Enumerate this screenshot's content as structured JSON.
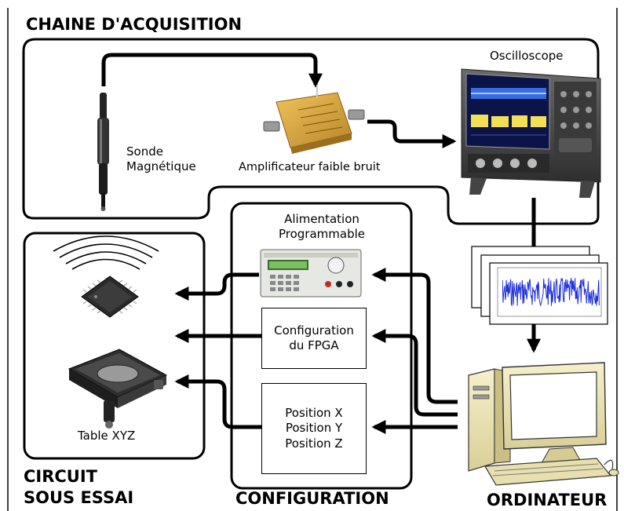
{
  "acquisition": {
    "title": "CHAINE D'ACQUISITION",
    "probe_label_line1": "Sonde",
    "probe_label_line2": "Magnétique",
    "amplifier_label": "Amplificateur faible bruit",
    "oscilloscope_label": "Oscilloscope"
  },
  "dut": {
    "title_line1": "CIRCUIT",
    "title_line2": "SOUS ESSAI",
    "table_label": "Table XYZ"
  },
  "configuration": {
    "title": "CONFIGURATION",
    "power_supply_line1": "Alimentation",
    "power_supply_line2": "Programmable",
    "fpga_line1": "Configuration",
    "fpga_line2": "du FPGA",
    "position_x": "Position X",
    "position_y": "Position Y",
    "position_z": "Position Z"
  },
  "computer": {
    "title": "ORDINATEUR"
  },
  "colors": {
    "signal_trace": "#1f2fd8",
    "amplifier_body": "#d4a23a",
    "screen_background": "#0a1448",
    "monitor_body": "#efe6b8",
    "line": "#000000"
  },
  "icons": [
    "magnetic-probe-icon",
    "amplifier-icon",
    "oscilloscope-icon",
    "waveform-plots-icon",
    "computer-icon",
    "power-supply-icon",
    "chip-icon",
    "wireless-waves-icon",
    "xyz-stage-icon"
  ]
}
